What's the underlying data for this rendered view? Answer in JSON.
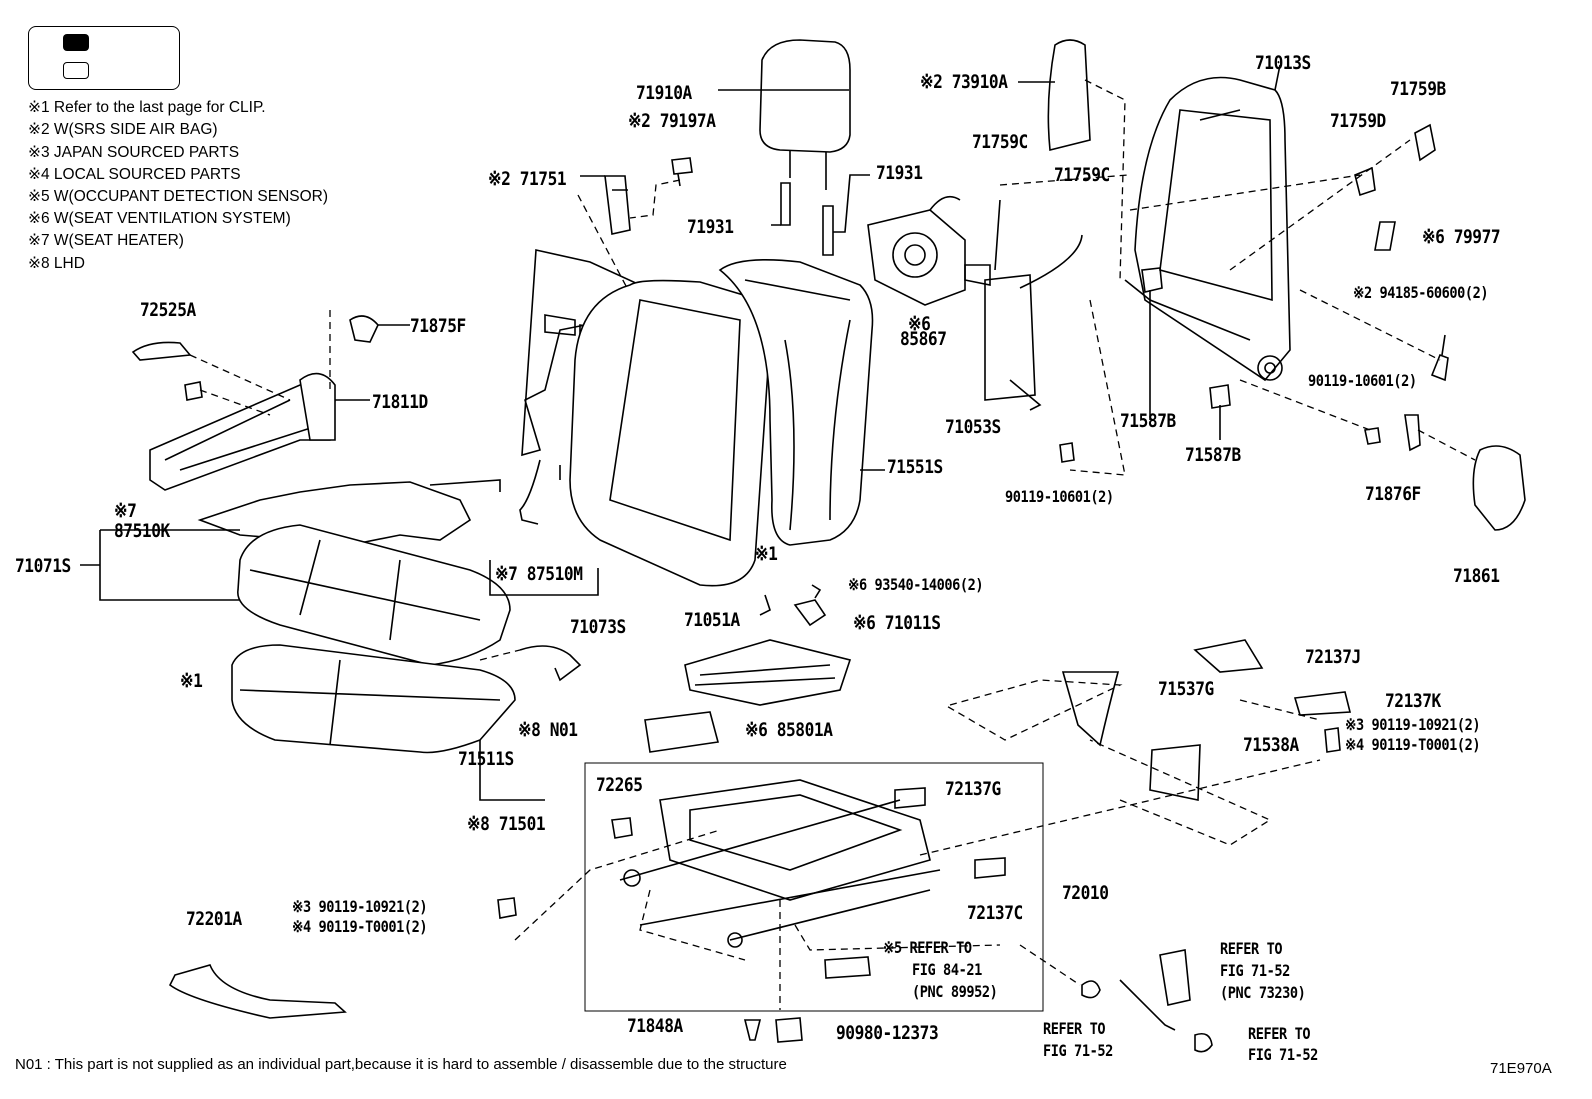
{
  "notes": [
    "※1  Refer to the last page for CLIP.",
    "※2  W(SRS SIDE AIR BAG)",
    "※3  JAPAN SOURCED PARTS",
    "※4  LOCAL SOURCED PARTS",
    "※5  W(OCCUPANT DETECTION SENSOR)",
    "※6  W(SEAT VENTILATION SYSTEM)",
    "※7  W(SEAT HEATER)",
    "※8 LHD"
  ],
  "footnote": "N01 : This part is not supplied as an individual part,because it is hard to assemble / disassemble due to the structure",
  "figure_id": "71E970A",
  "labels": {
    "p71910A": "71910A",
    "p79197A": "※2 79197A",
    "p71751": "※2 71751",
    "p71931a": "71931",
    "p71931b": "71931",
    "p73910A": "※2 73910A",
    "p71013S": "71013S",
    "p71759B": "71759B",
    "p71759D": "71759D",
    "p71759Ca": "71759C",
    "p71759Cb": "71759C",
    "p79977": "※6 79977",
    "p94185": "※2 94185-60600(2)",
    "p90119_10601a": "90119-10601(2)",
    "p85867_n": "※6",
    "p85867": "85867",
    "p71053S": "71053S",
    "p71587Ba": "71587B",
    "p71587Bb": "71587B",
    "p90119_10601b": "90119-10601(2)",
    "p71876F": "71876F",
    "p71861": "71861",
    "p72525A": "72525A",
    "p71875F": "71875F",
    "p71811D": "71811D",
    "p71551S": "71551S",
    "p87510K_n": "※7",
    "p87510K": "87510K",
    "p71071S": "71071S",
    "p87510M": "※7 87510M",
    "p71073S": "71073S",
    "p_clip1": "※1",
    "p_clip2": "※1",
    "p93540": "※6 93540-14006(2)",
    "p71011S": "※6 71011S",
    "p71051A": "71051A",
    "pN01": "※8 N01",
    "p71511S": "71511S",
    "p71501": "※8 71501",
    "p85801A": "※6 85801A",
    "p72137J": "72137J",
    "p71537G": "71537G",
    "p72137K": "72137K",
    "p90119_10921a": "※3 90119-10921(2)",
    "p90119_T0001a": "※4 90119-T0001(2)",
    "p71538A": "71538A",
    "p72265": "72265",
    "p72137G": "72137G",
    "p72137C": "72137C",
    "p72010": "72010",
    "p90119_10921b": "※3  90119-10921(2)",
    "p90119_T0001b": "※4  90119-T0001(2)",
    "p72201A": "72201A",
    "p_ref84_1": "※5 REFER TO",
    "p_ref84_2": "FIG 84-21",
    "p_ref84_3": "(PNC 89952)",
    "p71848A": "71848A",
    "p90980": "90980-12373",
    "p_ref7152a_1": "REFER TO",
    "p_ref7152a_2": "FIG 71-52",
    "p_ref7152a_3": "(PNC 73230)",
    "p_ref7152b_1": "REFER TO",
    "p_ref7152b_2": "FIG 71-52",
    "p_ref7152c_1": "REFER TO",
    "p_ref7152c_2": "FIG 71-52"
  }
}
